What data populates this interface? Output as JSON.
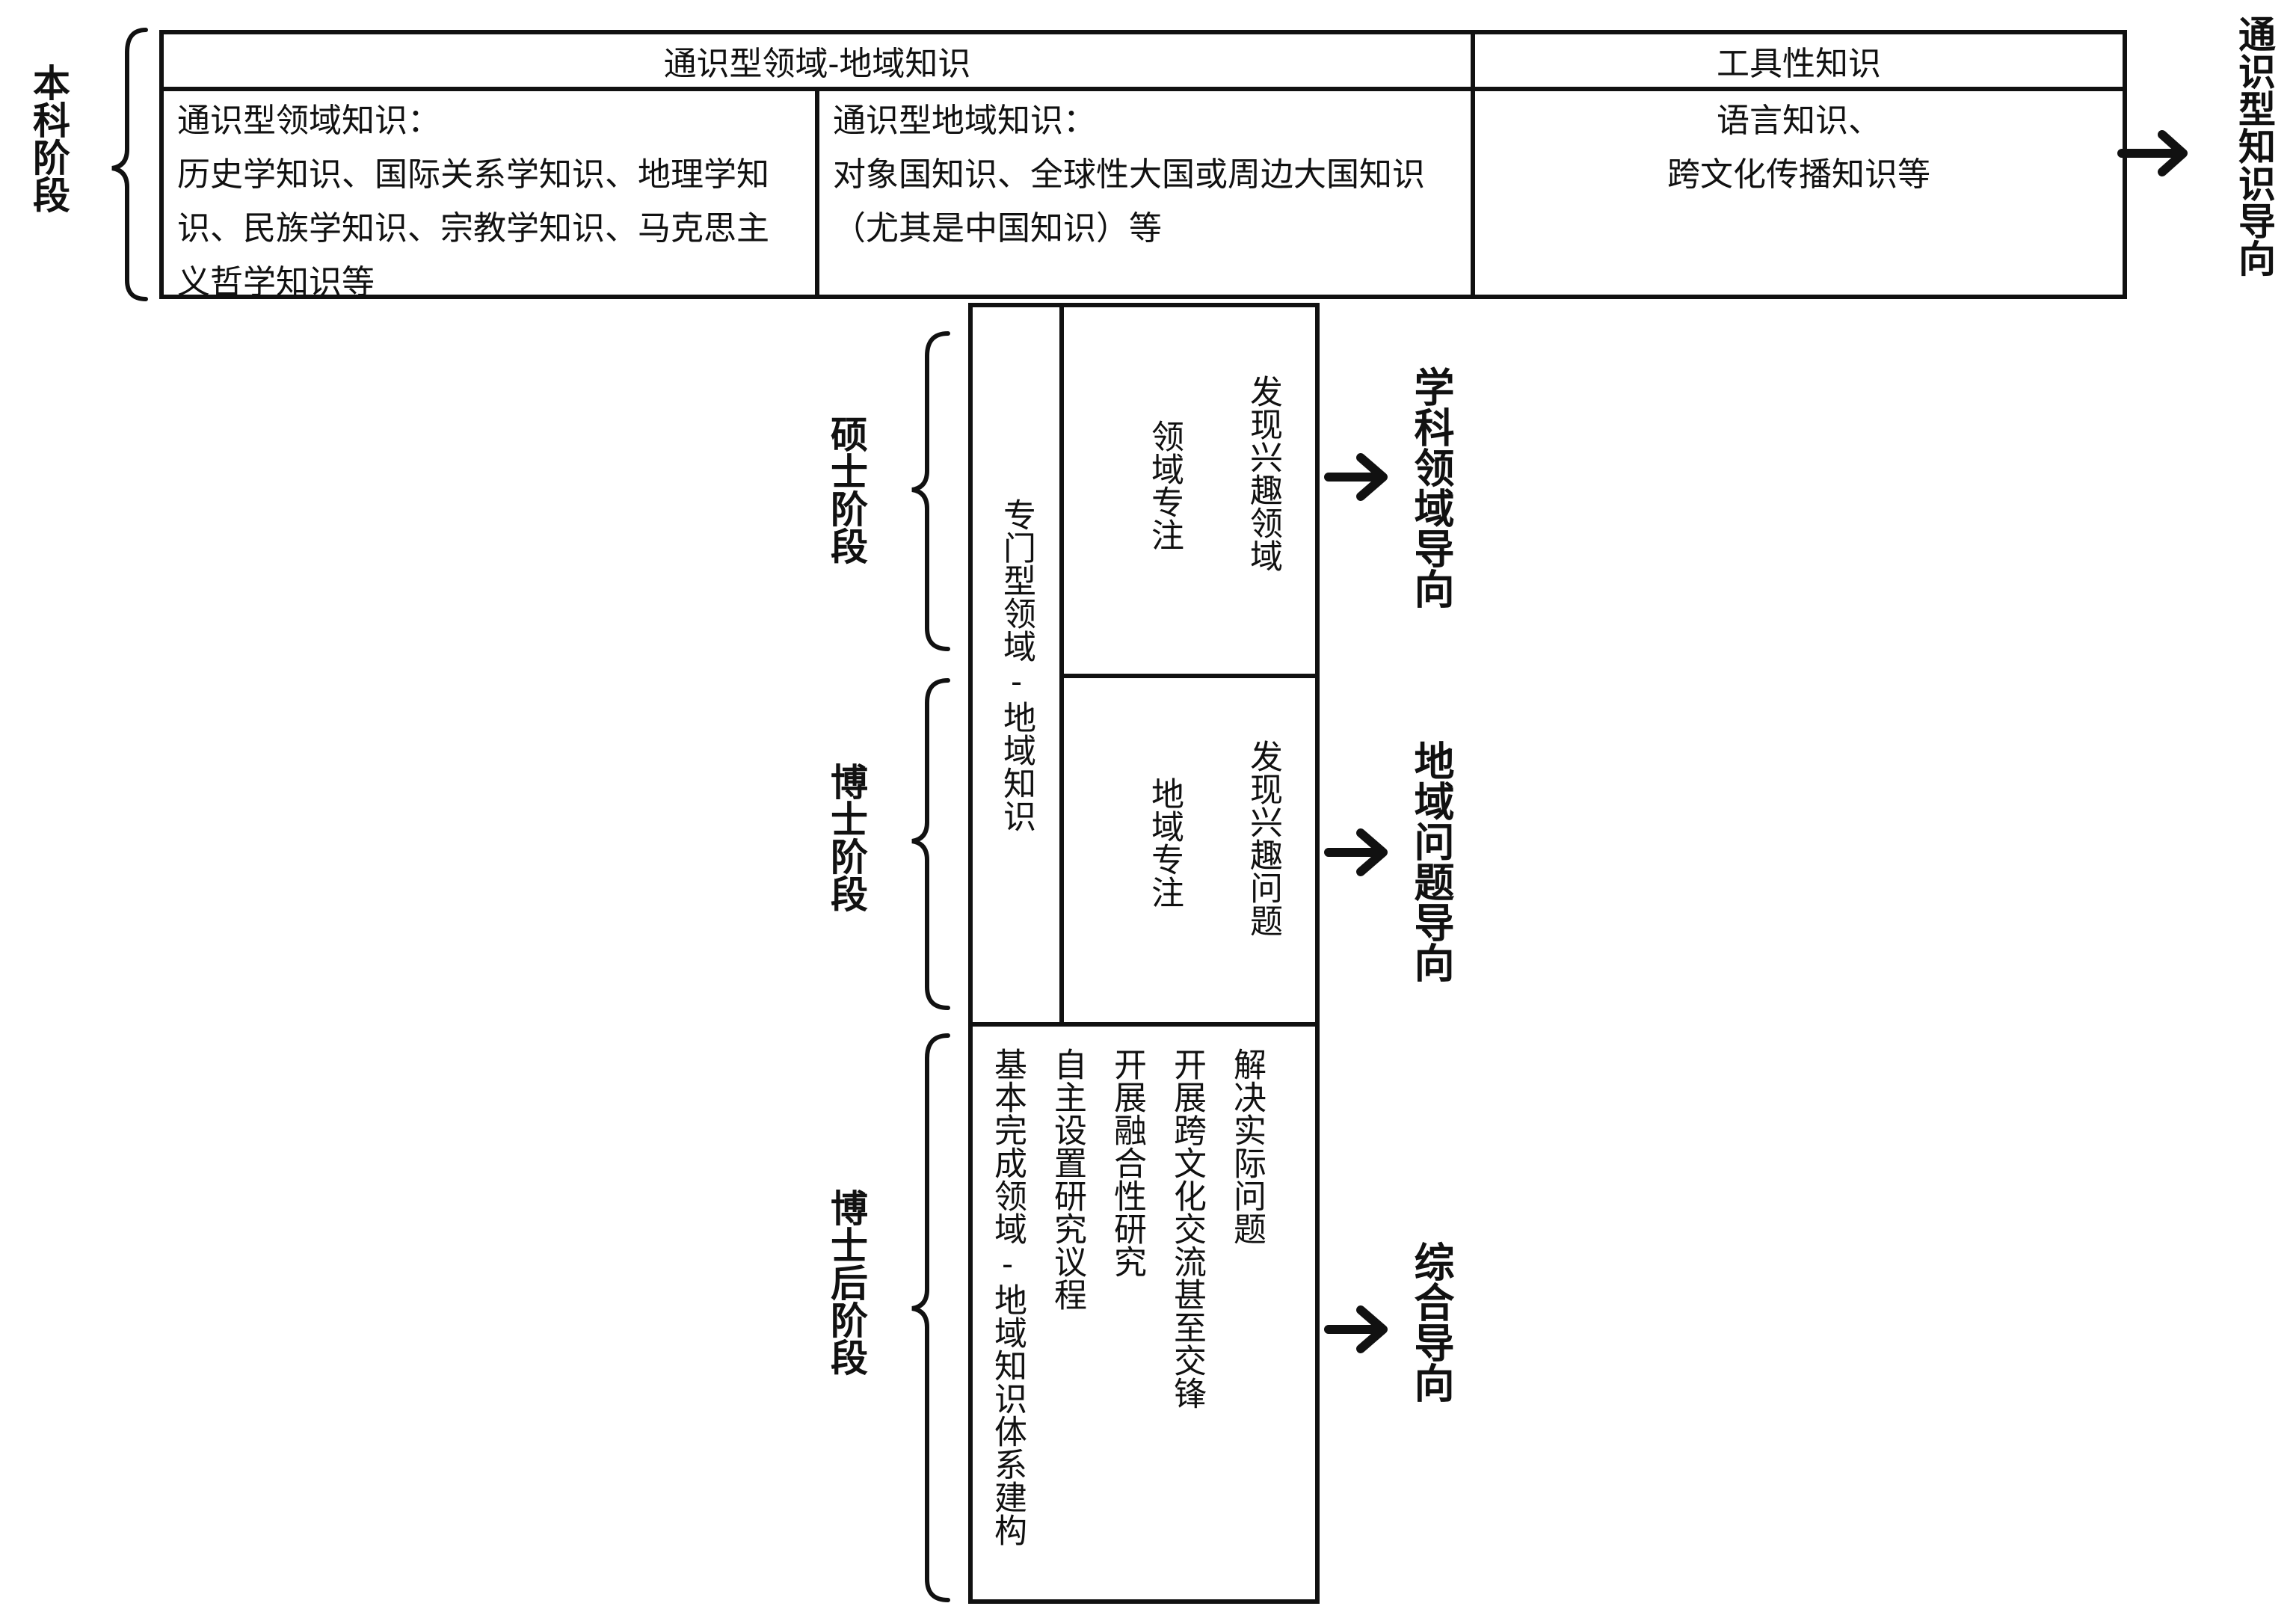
{
  "undergrad": {
    "stage_label": "本科阶段",
    "header_general": "通识型领域-地域知识",
    "header_tool": "工具性知识",
    "cell_domain": "通识型领域知识：\n历史学知识、国际关系学知识、地理学知识、民族学知识、宗教学知识、马克思主义哲学知识等",
    "cell_region": "通识型地域知识：\n对象国知识、全球性大国或周边大国知识（尤其是中国知识）等",
    "cell_tool": "语言知识、\n跨文化传播知识等",
    "orientation": "通识型知识导向"
  },
  "specialized_label": "专门型领域-地域知识",
  "masters": {
    "stage_label": "硕士阶段",
    "col_focus": "领域专注",
    "col_discover": "发现兴趣领域",
    "orientation": "学科领域导向"
  },
  "doctoral": {
    "stage_label": "博士阶段",
    "col_focus": "地域专注",
    "col_discover": "发现兴趣问题",
    "orientation": "地域问题导向"
  },
  "postdoc": {
    "stage_label": "博士后阶段",
    "items": [
      "基本完成领域-地域知识体系建构",
      "自主设置研究议程",
      "开展融合性研究",
      "开展跨文化交流甚至交锋",
      "解决实际问题"
    ],
    "orientation": "综合导向"
  }
}
